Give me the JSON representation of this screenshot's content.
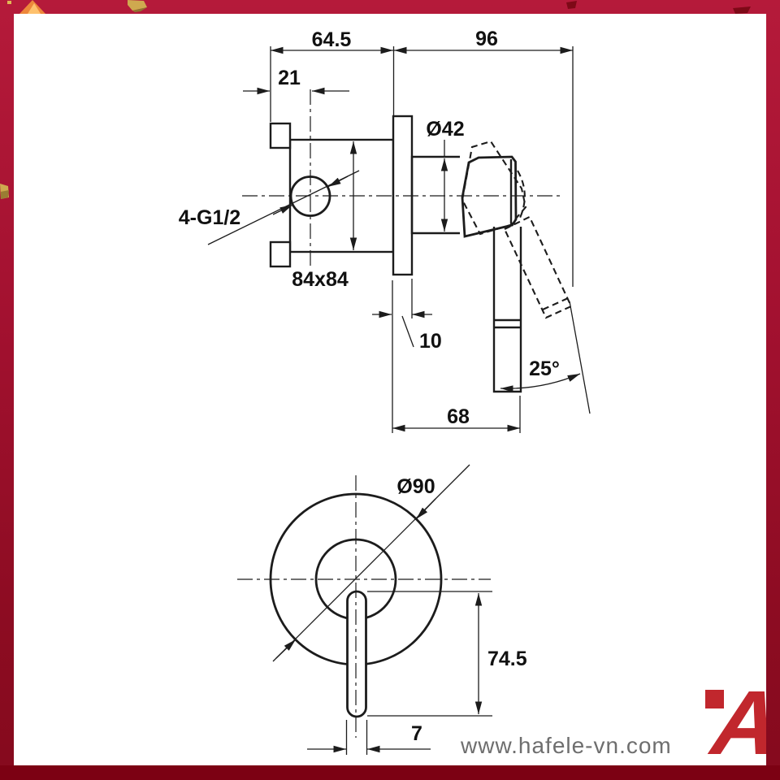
{
  "drawing": {
    "title_semantic": "concealed-shower-mixer-dimension-drawing",
    "dims": {
      "depth_back": "64.5",
      "projection_front": "96",
      "inlet_offset": "21",
      "trim_diameter": "Ø42",
      "thread_callout": "4-G1/2",
      "box_square": "84x84",
      "wall_plate_thickness": "10",
      "handle_swing_angle": "25°",
      "lever_projection": "68",
      "escutcheon_diameter": "Ø90",
      "lever_length": "74.5",
      "lever_width": "7"
    }
  },
  "footer": {
    "website": "www.hafele-vn.com"
  },
  "logo": {
    "letter": "A"
  },
  "colors": {
    "frame_red_top": "#b51a3a",
    "frame_red_bottom": "#850a1d",
    "bottom_bar": "#7c0113",
    "line": "#1c1c1c",
    "website_text": "#6e6e6e",
    "logo_red": "#c1272d",
    "confetti_gold": "#cfa94f",
    "confetti_orange": "#f79b3c"
  }
}
